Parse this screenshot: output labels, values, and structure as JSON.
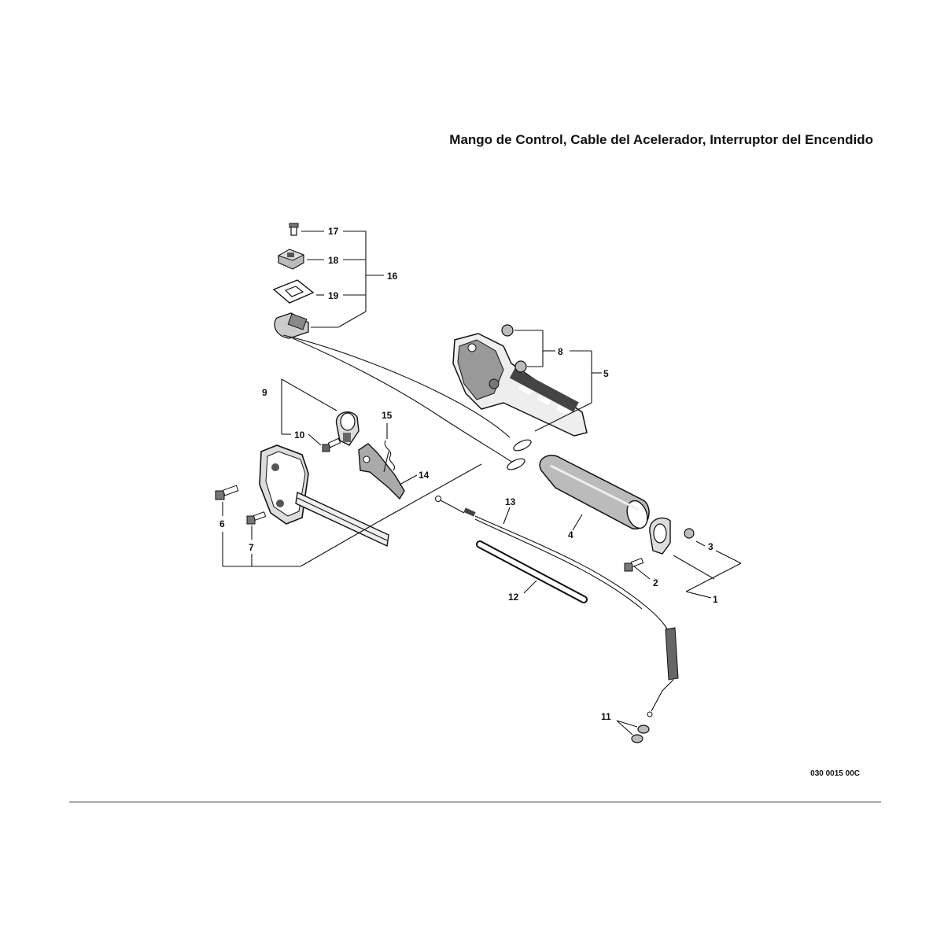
{
  "title": "Mango de Control, Cable del Acelerador, Interruptor del Encendido",
  "reference_code": "030 0015 00C",
  "callouts": [
    "1",
    "2",
    "3",
    "4",
    "5",
    "6",
    "7",
    "8",
    "9",
    "10",
    "11",
    "12",
    "13",
    "14",
    "15",
    "16",
    "17",
    "18",
    "19"
  ]
}
